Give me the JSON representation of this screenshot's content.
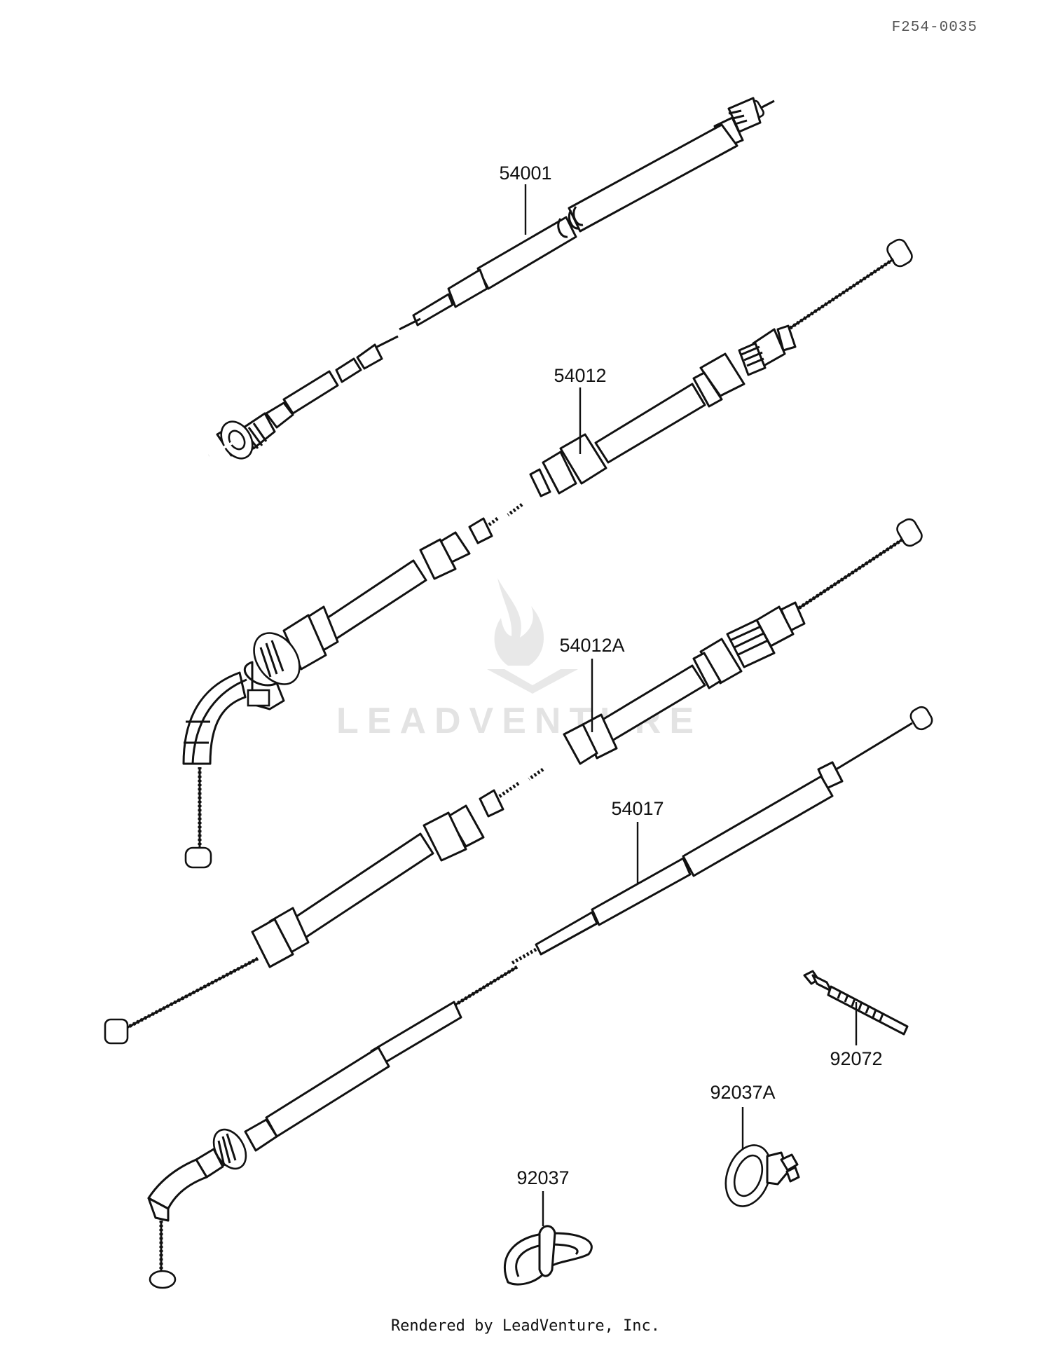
{
  "diagram_code": "F254-0035",
  "parts": [
    {
      "id": "speedometer-cable",
      "number": "54001"
    },
    {
      "id": "throttle-cable-accel",
      "number": "54012"
    },
    {
      "id": "throttle-cable-decel",
      "number": "54012A"
    },
    {
      "id": "choke-cable",
      "number": "54017"
    },
    {
      "id": "cable-band",
      "number": "92072"
    },
    {
      "id": "clamp-a",
      "number": "92037A"
    },
    {
      "id": "clamp",
      "number": "92037"
    }
  ],
  "watermark": {
    "brand": "LEADVENTURE"
  },
  "footer": {
    "credit": "Rendered by LeadVenture, Inc."
  }
}
